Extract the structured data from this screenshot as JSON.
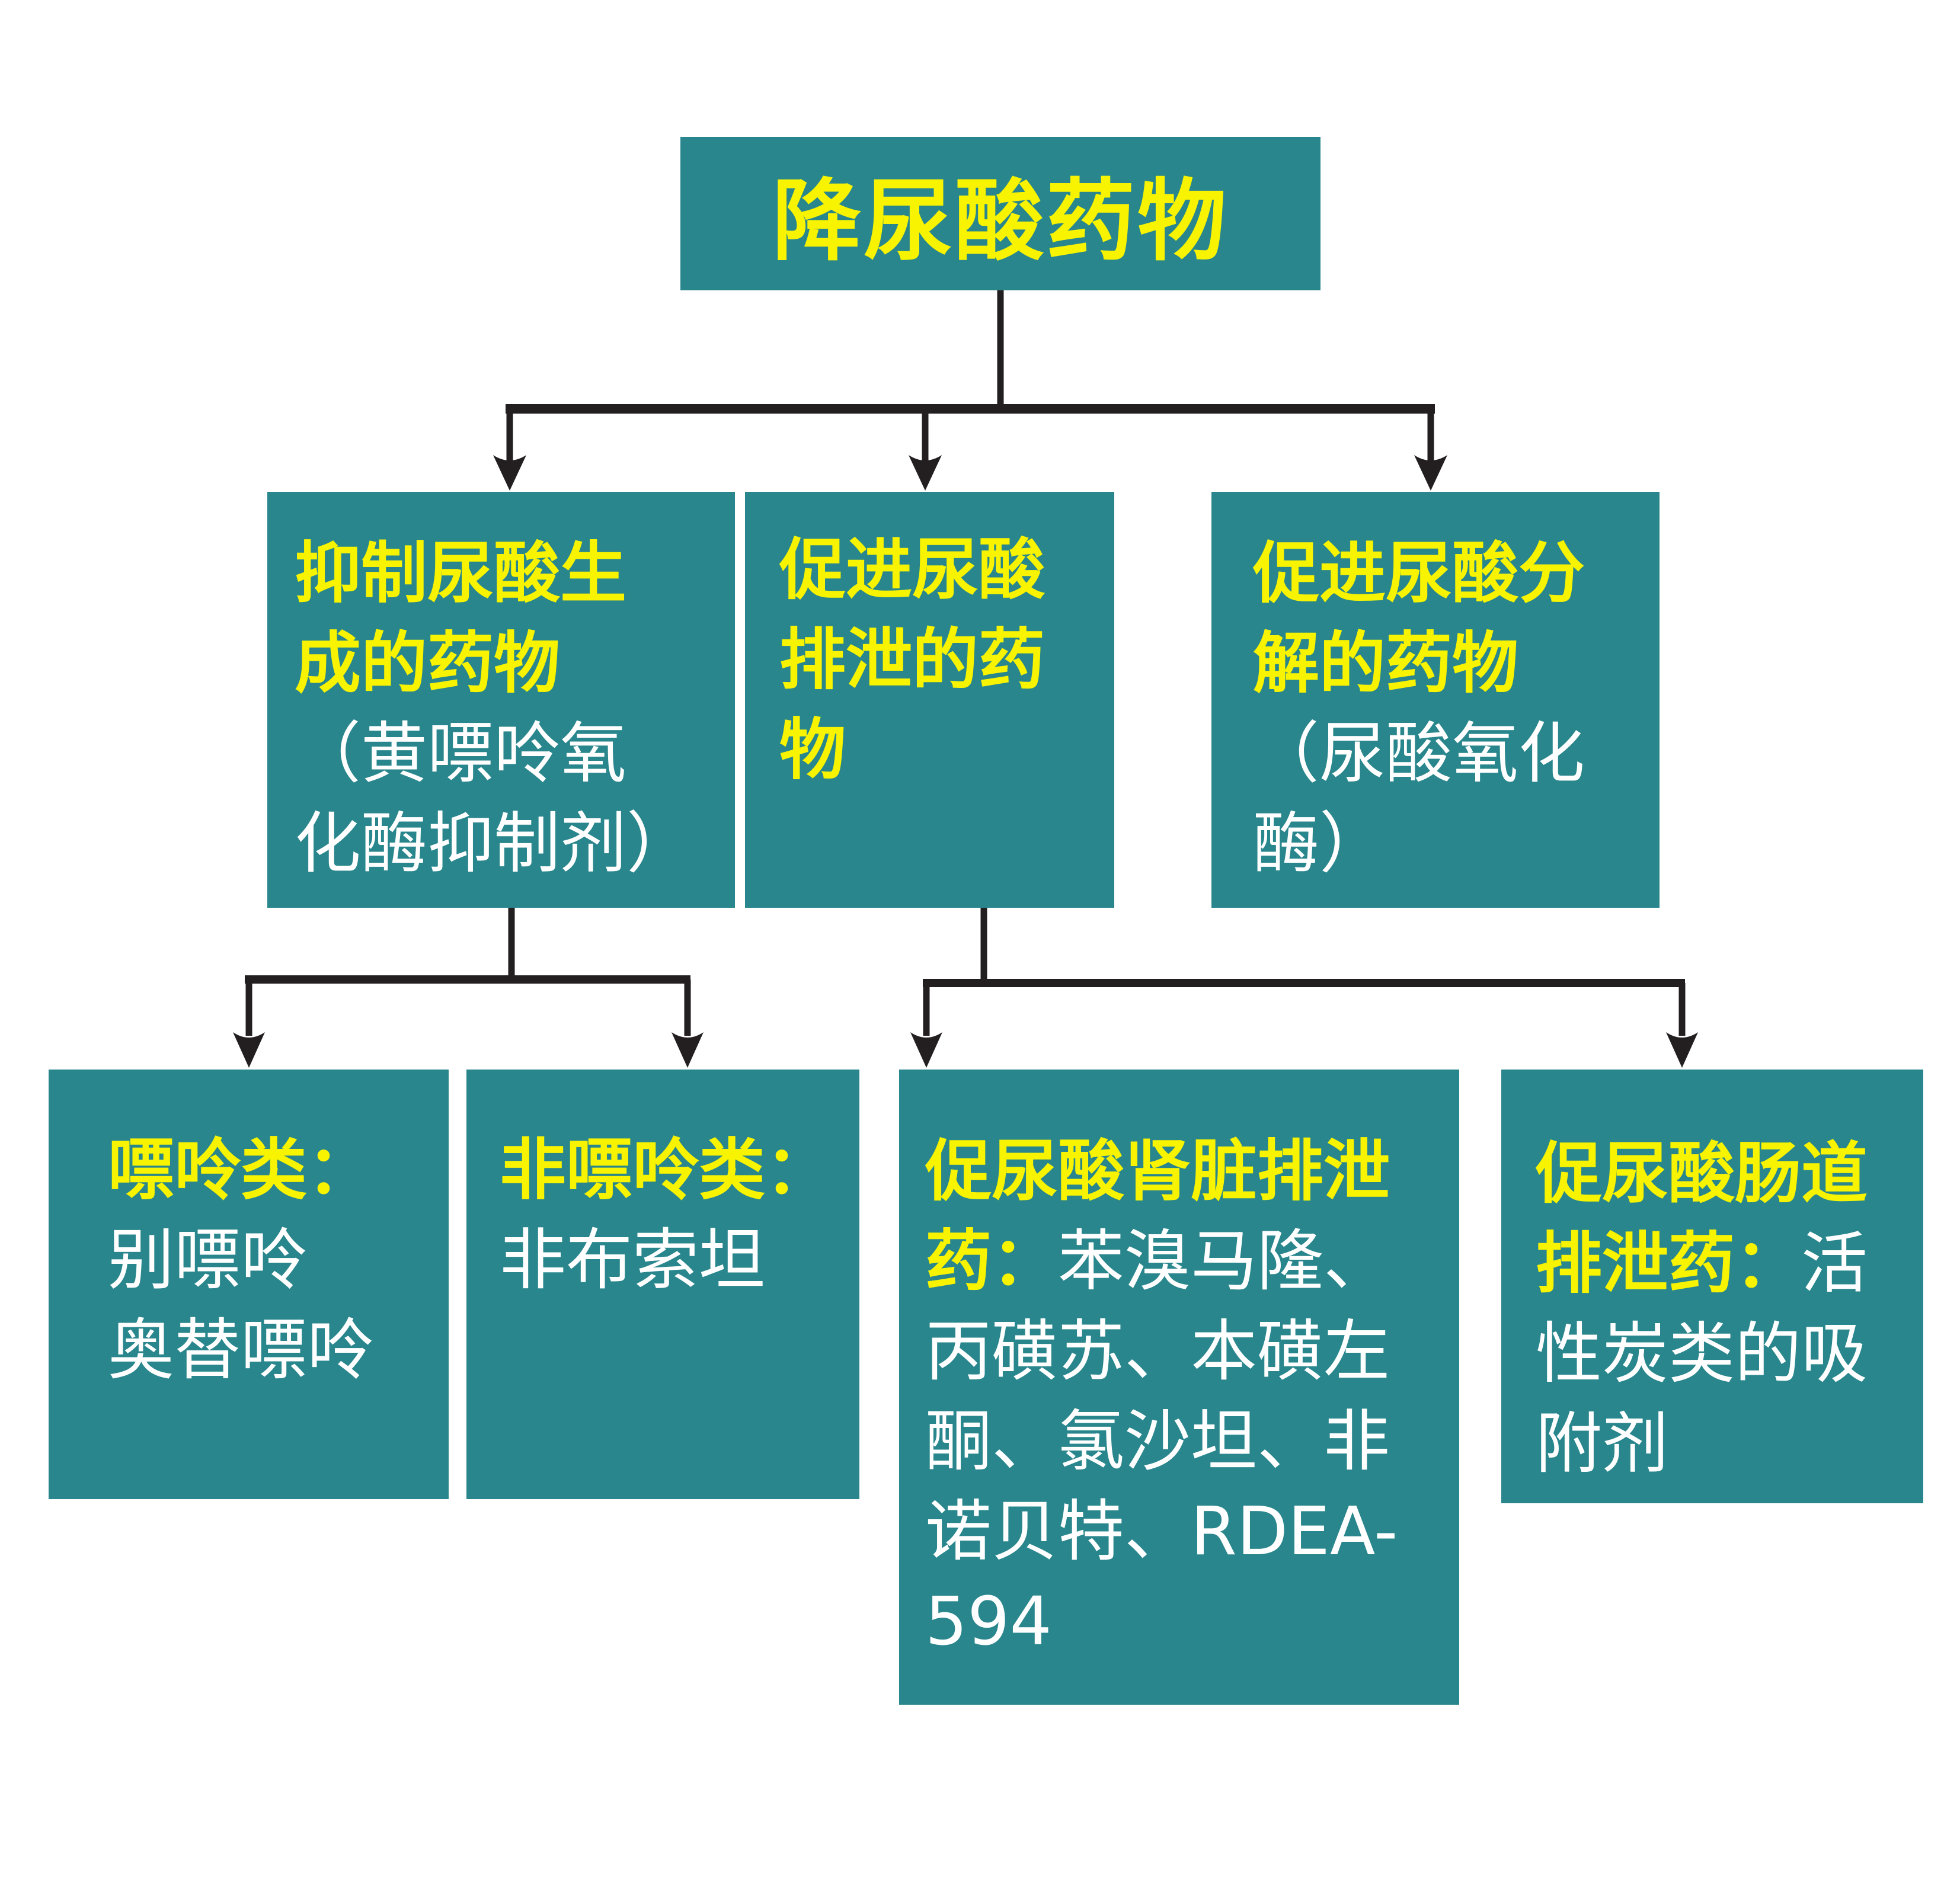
{
  "colors": {
    "box_fill": "#28868C",
    "heading_text": "#F8F300",
    "body_text": "#FFFFFF",
    "connector": "#231F20",
    "background": "#FFFFFF"
  },
  "root": {
    "label": "降尿酸药物"
  },
  "level2": [
    {
      "title": "抑制尿酸生\n成的药物",
      "subtitle": "\n（黄嘌呤氧\n化酶抑制剂）"
    },
    {
      "title": "促进尿酸\n排泄的药\n物",
      "subtitle": ""
    },
    {
      "title": "促进尿酸分\n解的药物",
      "subtitle": "\n（尿酸氧化\n酶）"
    }
  ],
  "level3": [
    {
      "title": "嘌呤类：",
      "body": "\n别嘌呤\n奥替嘌呤"
    },
    {
      "title": "非嘌呤类：",
      "body": "\n非布索坦"
    },
    {
      "title": "促尿酸肾脏排泄\n药：",
      "body": "苯溴马隆、\n丙磺苏、本磺左\n酮、氯沙坦、非\n诺贝特、RDEA-\n594"
    },
    {
      "title": "促尿酸肠道\n排泄药：",
      "body": "活\n性炭类的吸\n附剂"
    }
  ]
}
